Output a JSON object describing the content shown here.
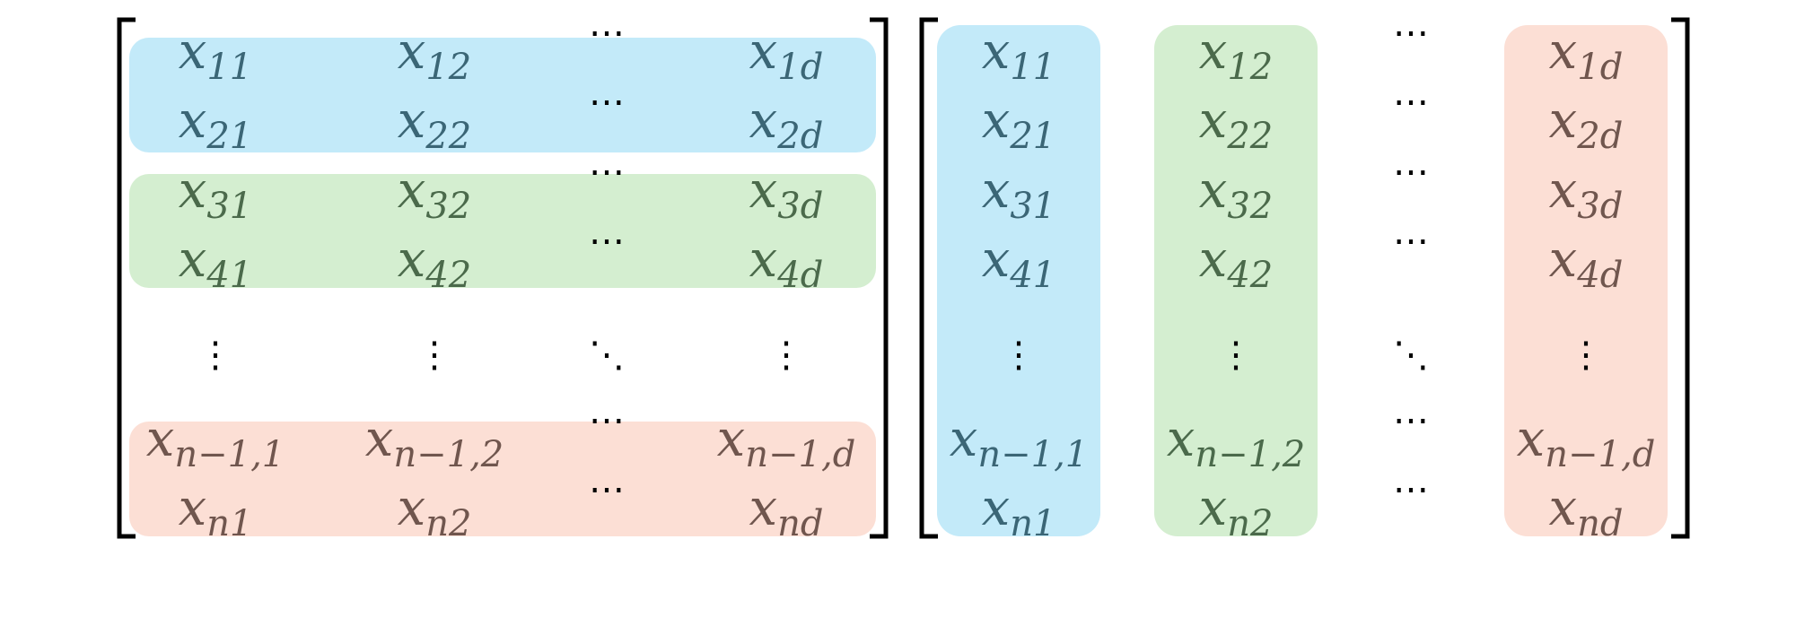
{
  "colors": {
    "blue_fill": "#c3eaf9",
    "green_fill": "#d4eed0",
    "red_fill": "#fcdfd5",
    "blue_text": "#3b6676",
    "green_text": "#4b6a4b",
    "red_text": "#70564e",
    "bracket": "#000000"
  },
  "left_matrix": {
    "rows": [
      {
        "cells": [
          {
            "base": "x",
            "sub": "11"
          },
          {
            "base": "x",
            "sub": "12"
          },
          {
            "dots": "⋯"
          },
          {
            "base": "x",
            "sub": "1d"
          }
        ],
        "group": "blue"
      },
      {
        "cells": [
          {
            "base": "x",
            "sub": "21"
          },
          {
            "base": "x",
            "sub": "22"
          },
          {
            "dots": "⋯"
          },
          {
            "base": "x",
            "sub": "2d"
          }
        ],
        "group": "blue"
      },
      {
        "cells": [
          {
            "base": "x",
            "sub": "31"
          },
          {
            "base": "x",
            "sub": "32"
          },
          {
            "dots": "⋯"
          },
          {
            "base": "x",
            "sub": "3d"
          }
        ],
        "group": "green"
      },
      {
        "cells": [
          {
            "base": "x",
            "sub": "41"
          },
          {
            "base": "x",
            "sub": "42"
          },
          {
            "dots": "⋯"
          },
          {
            "base": "x",
            "sub": "4d"
          }
        ],
        "group": "green"
      },
      {
        "cells": [
          {
            "dots": "⋮"
          },
          {
            "dots": "⋮"
          },
          {
            "dots": "⋱"
          },
          {
            "dots": "⋮"
          }
        ],
        "group": "none"
      },
      {
        "cells": [
          {
            "base": "x",
            "sub": "n−1,1"
          },
          {
            "base": "x",
            "sub": "n−1,2"
          },
          {
            "dots": "⋯"
          },
          {
            "base": "x",
            "sub": "n−1,d"
          }
        ],
        "group": "red"
      },
      {
        "cells": [
          {
            "base": "x",
            "sub": "n1"
          },
          {
            "base": "x",
            "sub": "n2"
          },
          {
            "dots": "⋯"
          },
          {
            "base": "x",
            "sub": "nd"
          }
        ],
        "group": "red"
      }
    ]
  },
  "right_matrix": {
    "columns": [
      {
        "group": "blue",
        "cells": [
          {
            "base": "x",
            "sub": "11"
          },
          {
            "base": "x",
            "sub": "21"
          },
          {
            "base": "x",
            "sub": "31"
          },
          {
            "base": "x",
            "sub": "41"
          },
          {
            "dots": "⋮"
          },
          {
            "base": "x",
            "sub": "n−1,1"
          },
          {
            "base": "x",
            "sub": "n1"
          }
        ]
      },
      {
        "group": "green",
        "cells": [
          {
            "base": "x",
            "sub": "12"
          },
          {
            "base": "x",
            "sub": "22"
          },
          {
            "base": "x",
            "sub": "32"
          },
          {
            "base": "x",
            "sub": "42"
          },
          {
            "dots": "⋮"
          },
          {
            "base": "x",
            "sub": "n−1,2"
          },
          {
            "base": "x",
            "sub": "n2"
          }
        ]
      },
      {
        "group": "none",
        "cells": [
          {
            "dots": "⋯"
          },
          {
            "dots": "⋯"
          },
          {
            "dots": "⋯"
          },
          {
            "dots": "⋯"
          },
          {
            "dots": "⋱"
          },
          {
            "dots": "⋯"
          },
          {
            "dots": "⋯"
          }
        ]
      },
      {
        "group": "red",
        "cells": [
          {
            "base": "x",
            "sub": "1d"
          },
          {
            "base": "x",
            "sub": "2d"
          },
          {
            "base": "x",
            "sub": "3d"
          },
          {
            "base": "x",
            "sub": "4d"
          },
          {
            "dots": "⋮"
          },
          {
            "base": "x",
            "sub": "n−1,d"
          },
          {
            "base": "x",
            "sub": "nd"
          }
        ]
      }
    ]
  }
}
